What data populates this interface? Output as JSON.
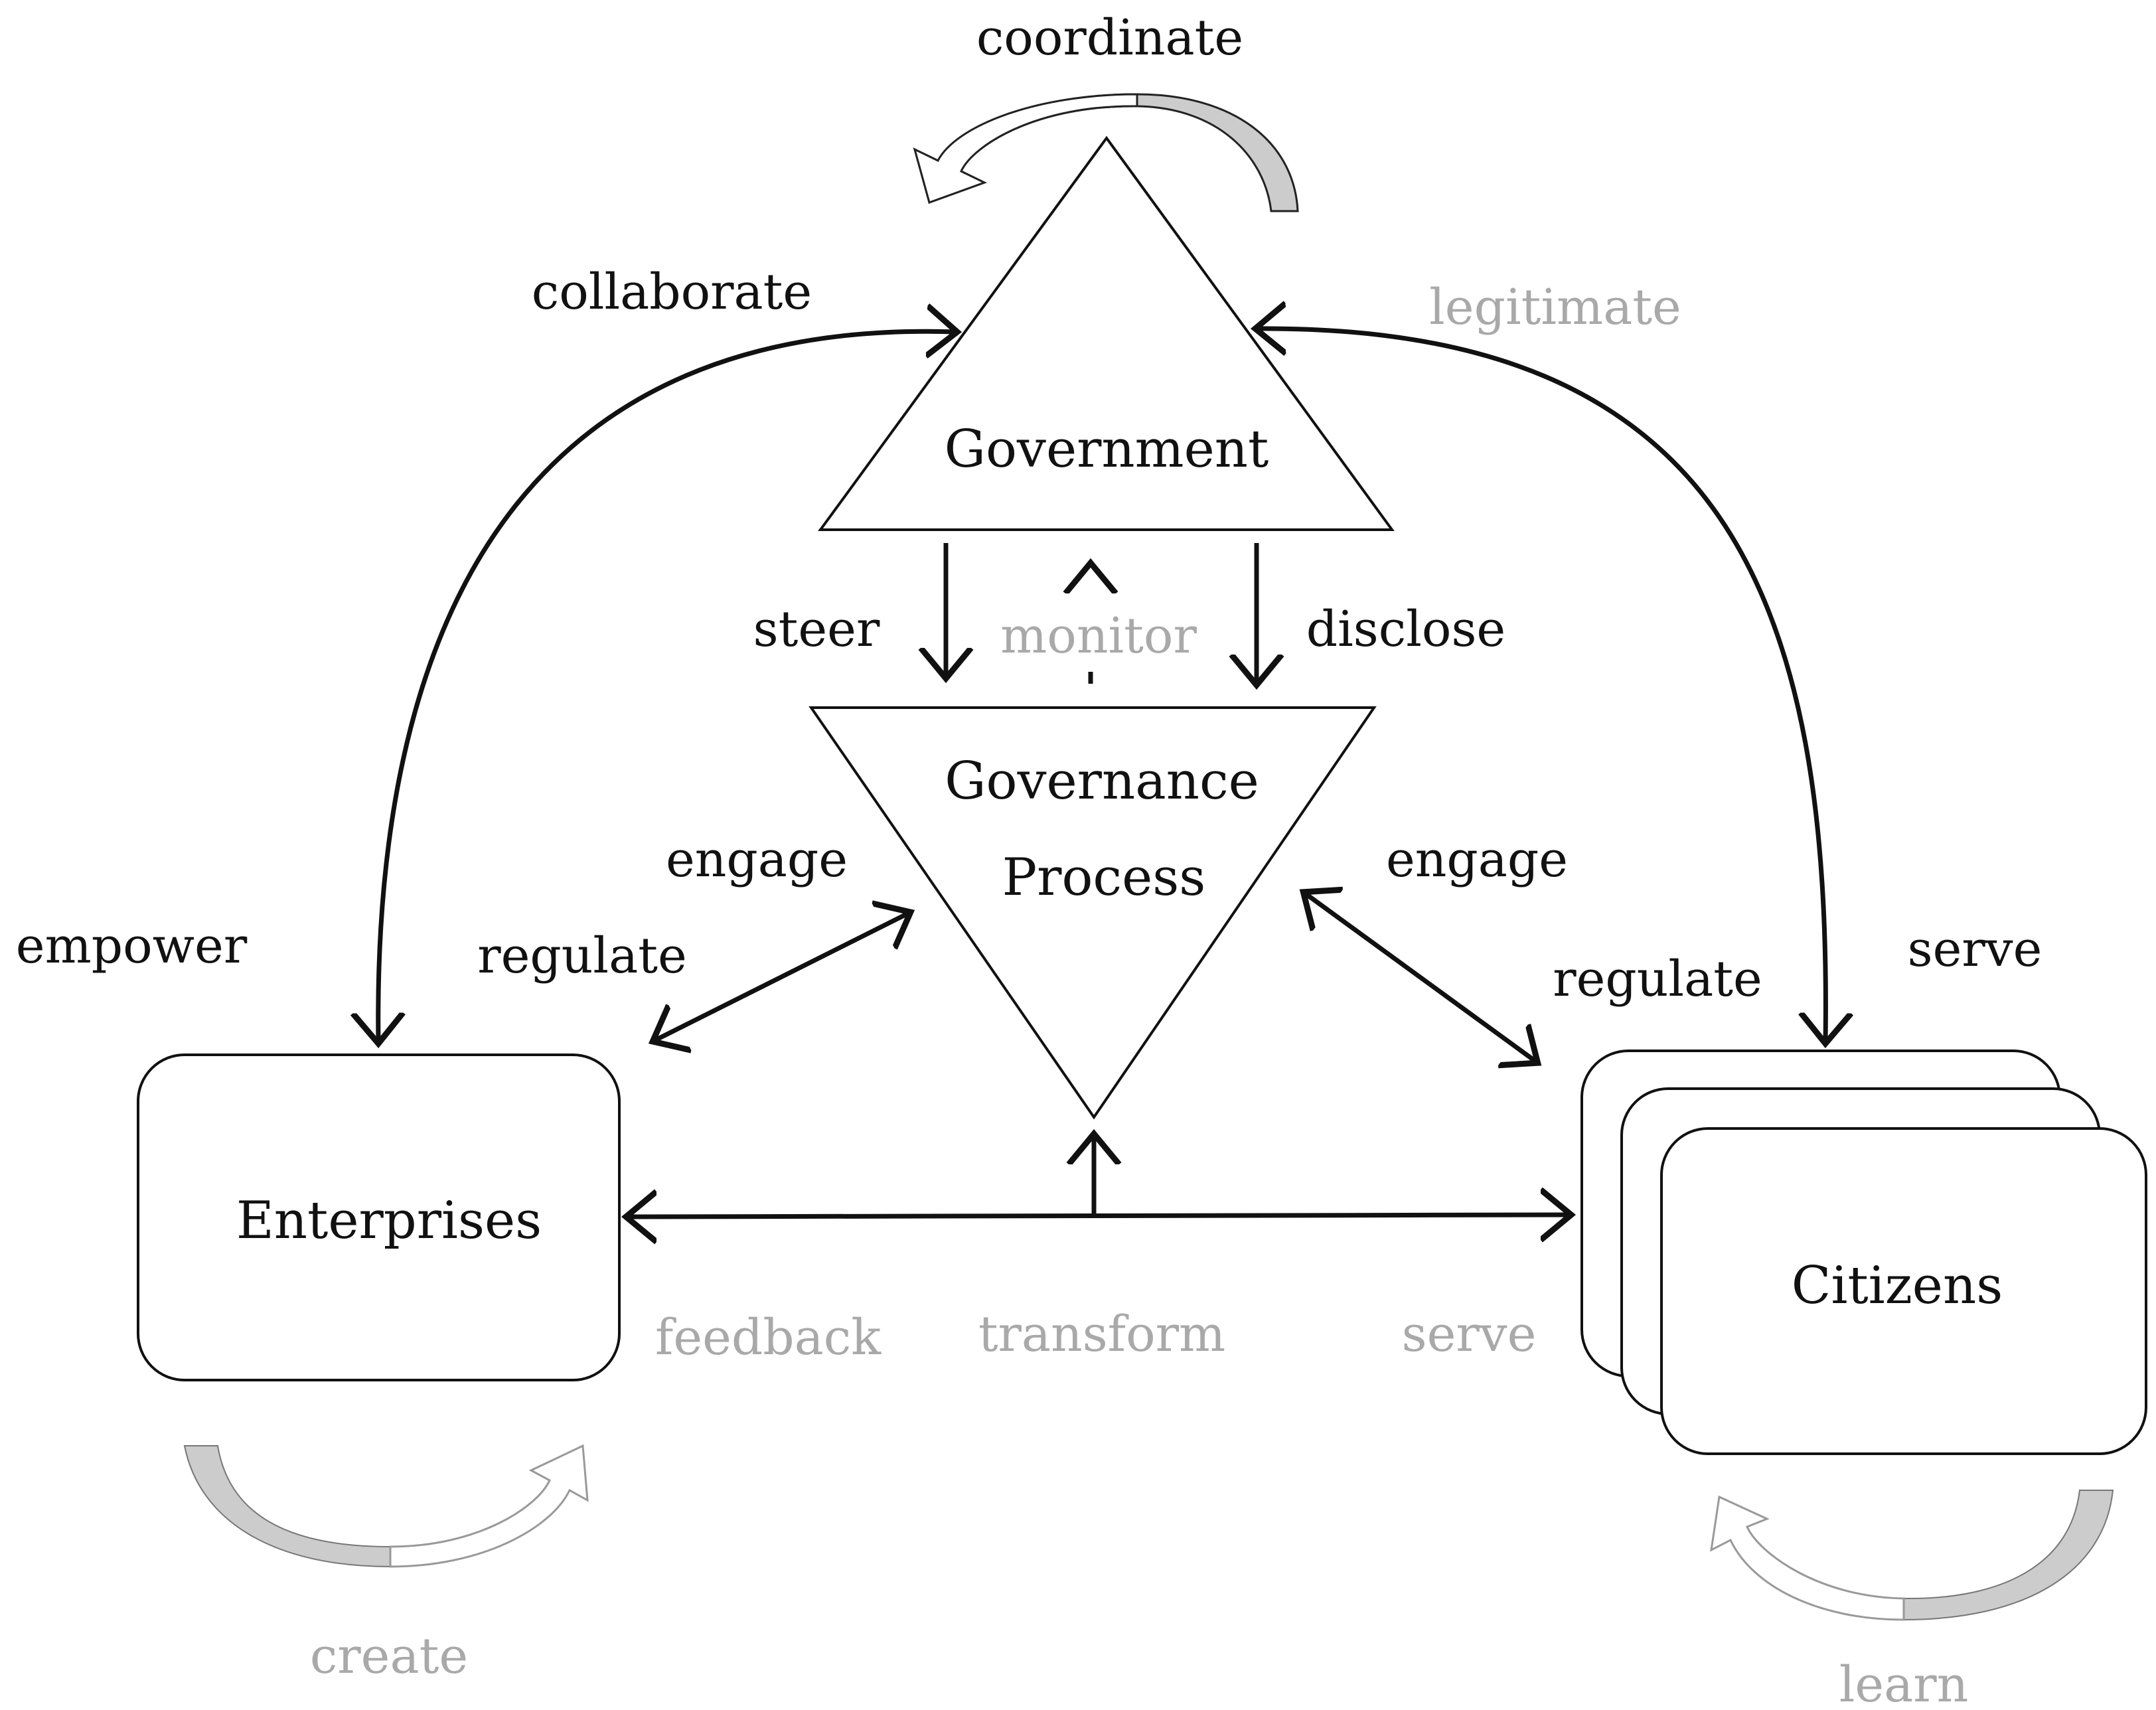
{
  "colors": {
    "stroke": "#111111",
    "muted_text": "#a9a9a9",
    "loop_fill": "#cccccc",
    "background": "#ffffff"
  },
  "nodes": {
    "government": "Government",
    "governance_line1": "Governance",
    "governance_line2": "Process",
    "enterprises": "Enterprises",
    "citizens": "Citizens"
  },
  "labels": {
    "coordinate": "coordinate",
    "collaborate": "collaborate",
    "legitimate": "legitimate",
    "steer": "steer",
    "monitor": "monitor",
    "disclose": "disclose",
    "engage_left": "engage",
    "engage_right": "engage",
    "empower": "empower",
    "regulate_left": "regulate",
    "regulate_right": "regulate",
    "serve_top": "serve",
    "feedback": "feedback",
    "transform": "transform",
    "serve_bottom": "serve",
    "create": "create",
    "learn": "learn"
  }
}
